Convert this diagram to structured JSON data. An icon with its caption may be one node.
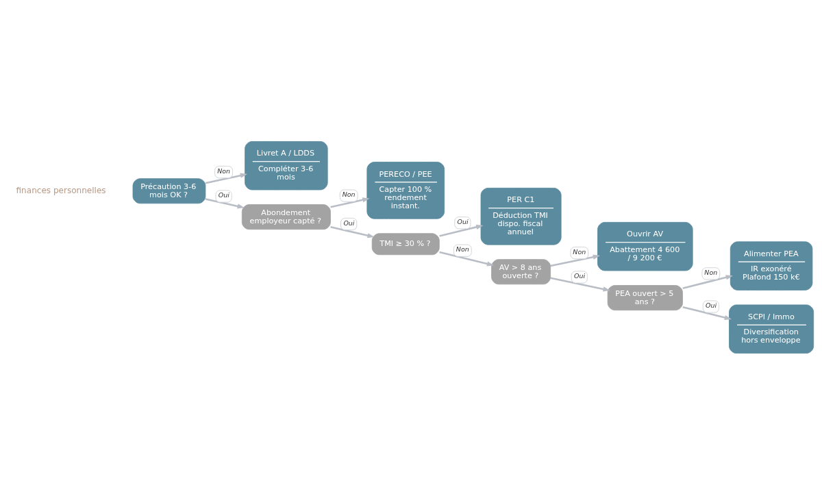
{
  "diagram": {
    "nodes": [
      {
        "text": [
          "Précaution 3-6 mois OK ?"
        ]
      },
      {
        "text": [
          "Livret A / LDDS",
          "Compléter 3-6 mois"
        ]
      },
      {
        "text": [
          "Abondement employeur capté ?"
        ]
      },
      {
        "text": [
          "PERECO / PEE",
          "Capter 100 % rendement instant."
        ]
      },
      {
        "text": [
          "TMI ≥ 30 % ?"
        ]
      },
      {
        "text": [
          "PER C1",
          "Déduction TMI dispo. fiscal annuel"
        ]
      },
      {
        "text": [
          "AV > 8 ans ouverte ?"
        ]
      },
      {
        "text": [
          "Ouvrir AV",
          "Abattement 4 600 / 9 200 €"
        ]
      },
      {
        "text": [
          "PEA ouvert > 5 ans ?"
        ]
      },
      {
        "text": [
          "Alimenter PEA",
          "IR exonéré Plafond 150 k€"
        ]
      },
      {
        "text": [
          "SCPI / Immo",
          "Diversification hors enveloppe"
        ]
      }
    ],
    "edges": [
      {
        "from": 0,
        "to": 1,
        "arrow": "to",
        "label": "Non"
      },
      {
        "from": 0,
        "to": 2,
        "arrow": "to",
        "label": "Oui"
      },
      {
        "from": 2,
        "to": 3,
        "arrow": "to",
        "label": "Non"
      },
      {
        "from": 2,
        "to": 4,
        "arrow": "to",
        "label": "Oui"
      },
      {
        "from": 4,
        "to": 5,
        "arrow": "to",
        "label": "Oui"
      },
      {
        "from": 4,
        "to": 6,
        "arrow": "to",
        "label": "Non"
      },
      {
        "from": 6,
        "to": 7,
        "arrow": "to",
        "label": "Non"
      },
      {
        "from": 6,
        "to": 8,
        "arrow": "to",
        "label": "Oui"
      },
      {
        "from": 8,
        "to": 9,
        "arrow": "to",
        "label": "Non"
      },
      {
        "from": 8,
        "to": 10,
        "arrow": "to",
        "label": "Oui"
      }
    ],
    "labels": [
      "finances personnelles"
    ]
  }
}
